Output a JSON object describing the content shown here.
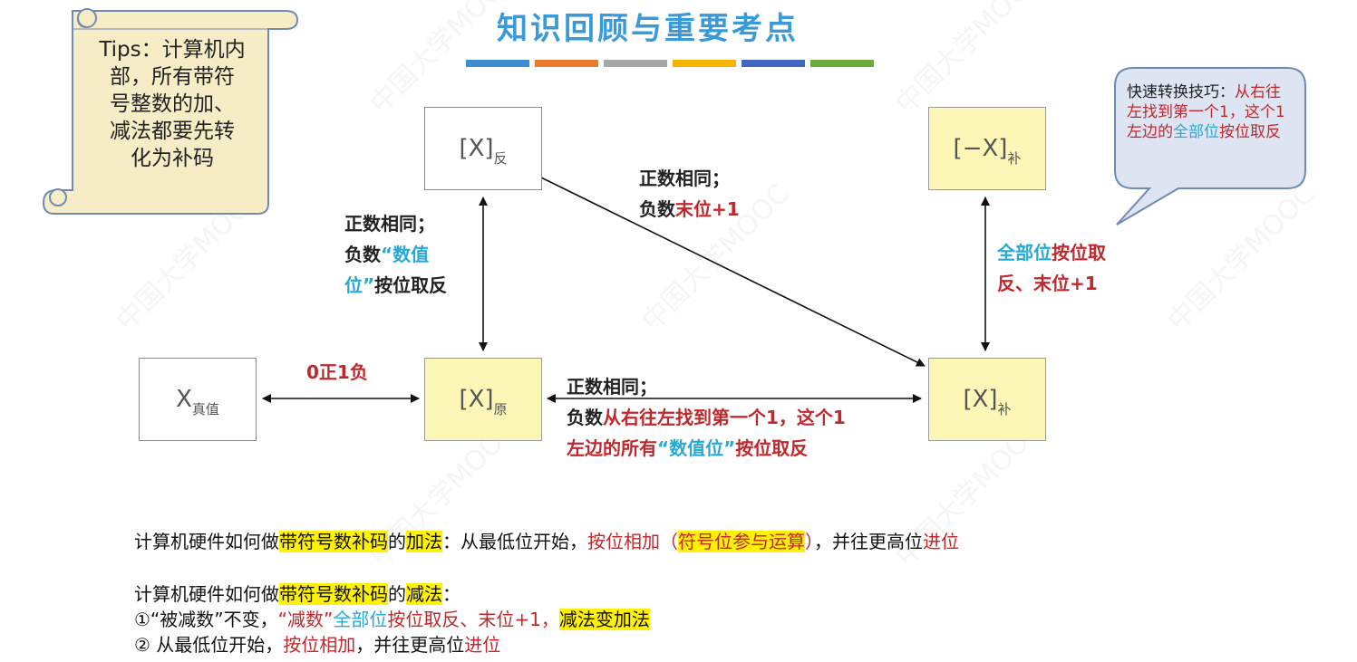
{
  "title": "知识回顾与重要考点",
  "title_bar_colors": [
    "#3c8dd1",
    "#ec7a30",
    "#a6a6a6",
    "#f5b400",
    "#3f69c0",
    "#6aab3c"
  ],
  "tips": {
    "text_line1": "Tips：计算机内",
    "text_line2": "部，所有带符",
    "text_line3": "号整数的加、",
    "text_line4": "减法都要先转",
    "text_line5": "化为补码"
  },
  "bubble": {
    "part1": "快速转换技巧：",
    "part2": "从右往左找到第一个1，这个1左边的",
    "part3": "全部位",
    "part4": "按位取反"
  },
  "boxes": {
    "x_fan": {
      "main": "[X]",
      "sub": "反"
    },
    "neg_x_bu": {
      "main": "[−X]",
      "sub": "补"
    },
    "x_true": {
      "main": "X",
      "sub": "真值"
    },
    "x_yuan": {
      "main": "[X]",
      "sub": "原"
    },
    "x_bu": {
      "main": "[X]",
      "sub": "补"
    }
  },
  "labels": {
    "fan_yuan": {
      "l1": "正数相同；",
      "l2a": "负数",
      "l2b": "“数值",
      "l3a": "位”",
      "l3b": "按位取反"
    },
    "fan_bu": {
      "l1": "正数相同；",
      "l2a": "负数",
      "l2b": "末位+1"
    },
    "neg_bu": {
      "l1a": "全部位",
      "l1b": "按位取",
      "l2": "反、末位+1"
    },
    "true_yuan": "0正1负",
    "yuan_bu": {
      "l1": "正数相同；",
      "l2a": "负数",
      "l2b": "从右往左找到第一个1，这个1",
      "l3a": "左边的所有",
      "l3b": "“数值位”",
      "l3c": "按位取反"
    }
  },
  "bottom": {
    "add": {
      "p1": "计算机硬件如何做",
      "p2": "带符号数补码",
      "p3": "的",
      "p4": "加法",
      "p5": "：从最低位开始，",
      "p6": "按位相加（",
      "p7": "符号位参与运算",
      "p8": "）",
      "p9": "，并往更高位",
      "p10": "进位"
    },
    "sub": {
      "p1": "计算机硬件如何做",
      "p2": "带符号数补码",
      "p3": "的",
      "p4": "减法",
      "p5": "："
    },
    "step1": {
      "p1": "①“被减数”不变，",
      "p2": "“减数”",
      "p3": "全部位",
      "p4": "按位取反、末位+1，",
      "p5": "减法变加法"
    },
    "step2": {
      "p1": "② 从最低位开始，",
      "p2": "按位相加",
      "p3": "，并往更高位",
      "p4": "进位"
    }
  },
  "watermark": "中国大学MOOC"
}
